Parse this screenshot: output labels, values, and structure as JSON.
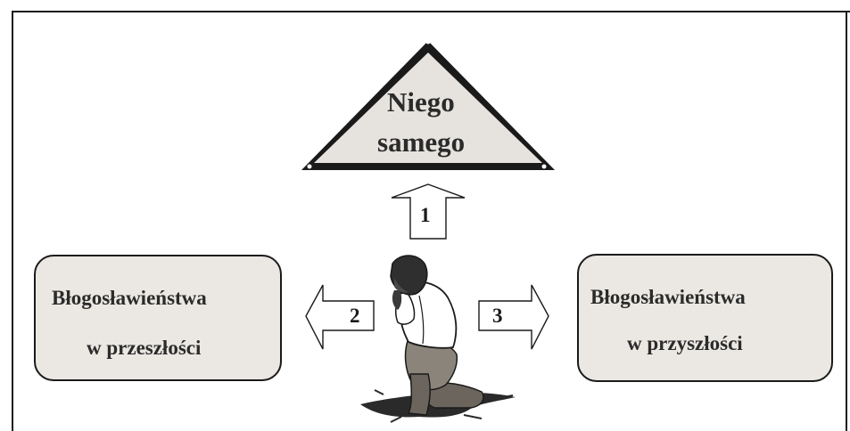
{
  "triangle": {
    "line1": "Niego",
    "line2": "samego"
  },
  "arrows": {
    "up": "1",
    "left": "2",
    "right": "3"
  },
  "past_box": {
    "line1": "Błogosławieństwa",
    "line2": "w przeszłości"
  },
  "future_box": {
    "line1": "Błogosławieństwa",
    "line2": "w przyszłości"
  },
  "colors": {
    "box_fill": "#ebe8e3",
    "triangle_fill": "#e6e3de",
    "stroke": "#1a1a1a",
    "text": "#2b2b2b"
  },
  "icons": {
    "figure": "kneeling-praying-person-icon"
  }
}
